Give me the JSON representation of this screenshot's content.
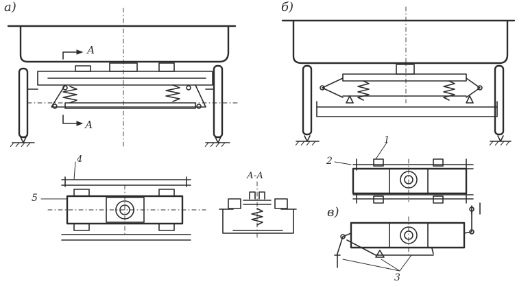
{
  "labels": {
    "panel_a": "а)",
    "panel_b": "б)",
    "panel_v": "в)",
    "section_arrow_top": "А",
    "section_arrow_bottom": "А",
    "section_title": "А-А",
    "num_1": "1",
    "num_2": "2",
    "num_3": "3",
    "num_4": "4",
    "num_5": "5"
  }
}
